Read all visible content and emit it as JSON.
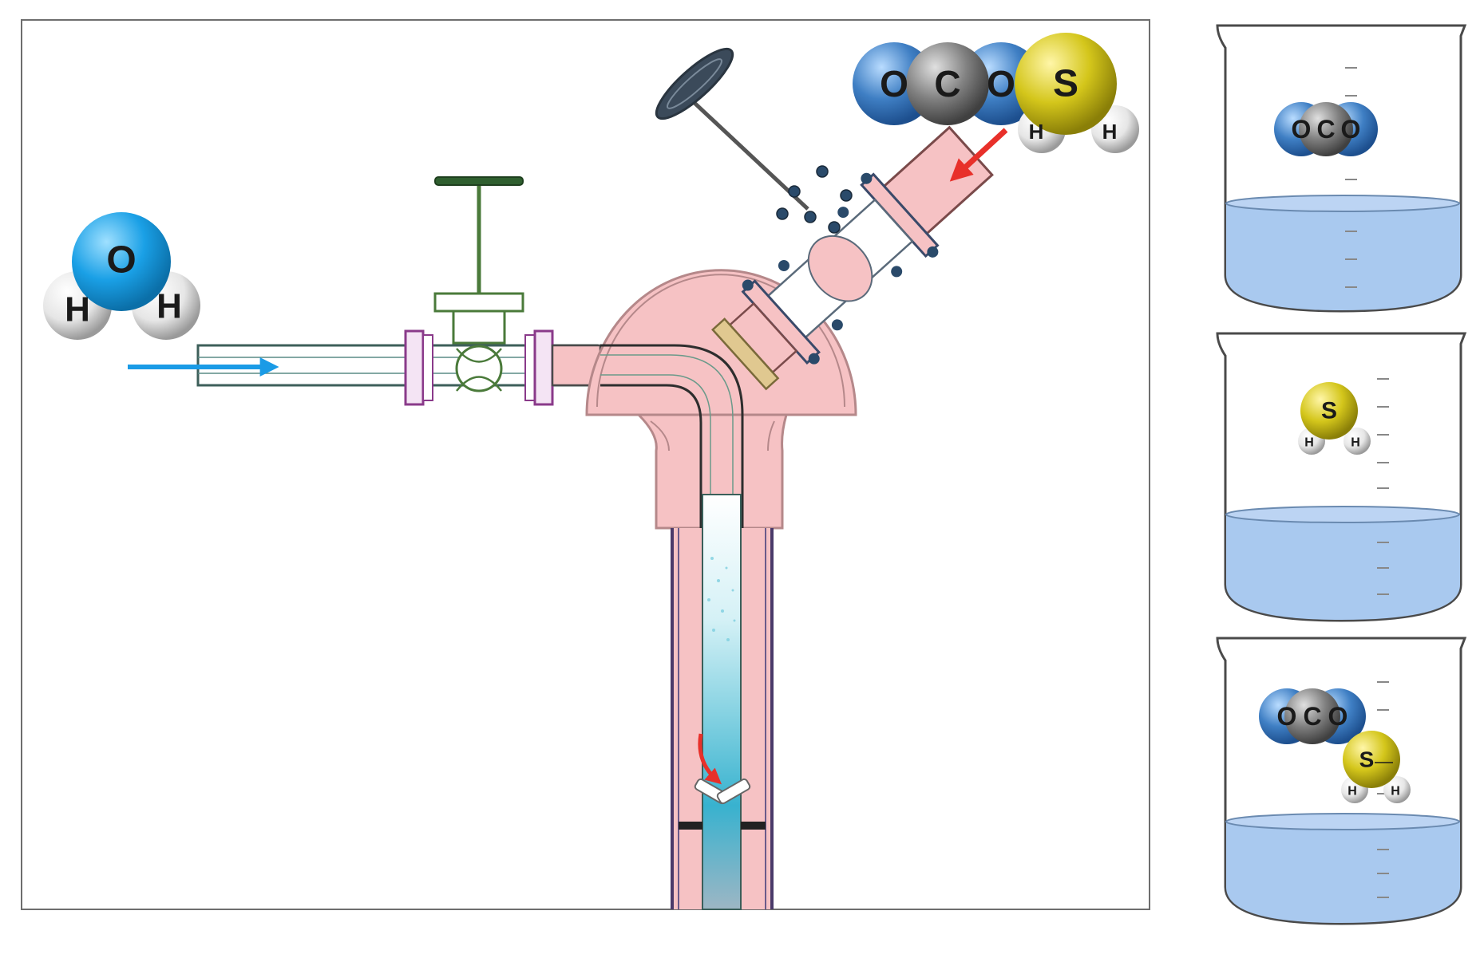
{
  "main_apparatus": {
    "water_molecule": {
      "center": "O",
      "left": "H",
      "right": "H"
    },
    "feed_gas": {
      "co2": {
        "left": "O",
        "middle": "C",
        "right": "O"
      },
      "h2s": {
        "center": "S",
        "left": "H",
        "right": "H"
      }
    },
    "arrows": {
      "water_inlet": "blue-arrow-icon",
      "gas_inlet": "red-arrow-icon",
      "swirl": "red-curved-arrow-icon"
    }
  },
  "beakers": [
    {
      "co2": {
        "left": "O",
        "middle": "C",
        "right": "O"
      }
    },
    {
      "h2s": {
        "center": "S",
        "left": "H",
        "right": "H"
      }
    },
    {
      "co2": {
        "left": "O",
        "middle": "C",
        "right": "O"
      },
      "h2s": {
        "center": "S",
        "left": "H",
        "right": "H"
      }
    }
  ],
  "colors": {
    "oxygen_co2": "#3f7fc4",
    "oxygen_h2o": "#1aa0e6",
    "carbon": "#808080",
    "sulfur": "#d4c61b",
    "hydrogen": "#e6e6e6",
    "pink_body": "#f6c2c4",
    "water_blue": "#a9c9ef",
    "red_arrow": "#e8302a",
    "blue_arrow": "#1a9be6"
  }
}
